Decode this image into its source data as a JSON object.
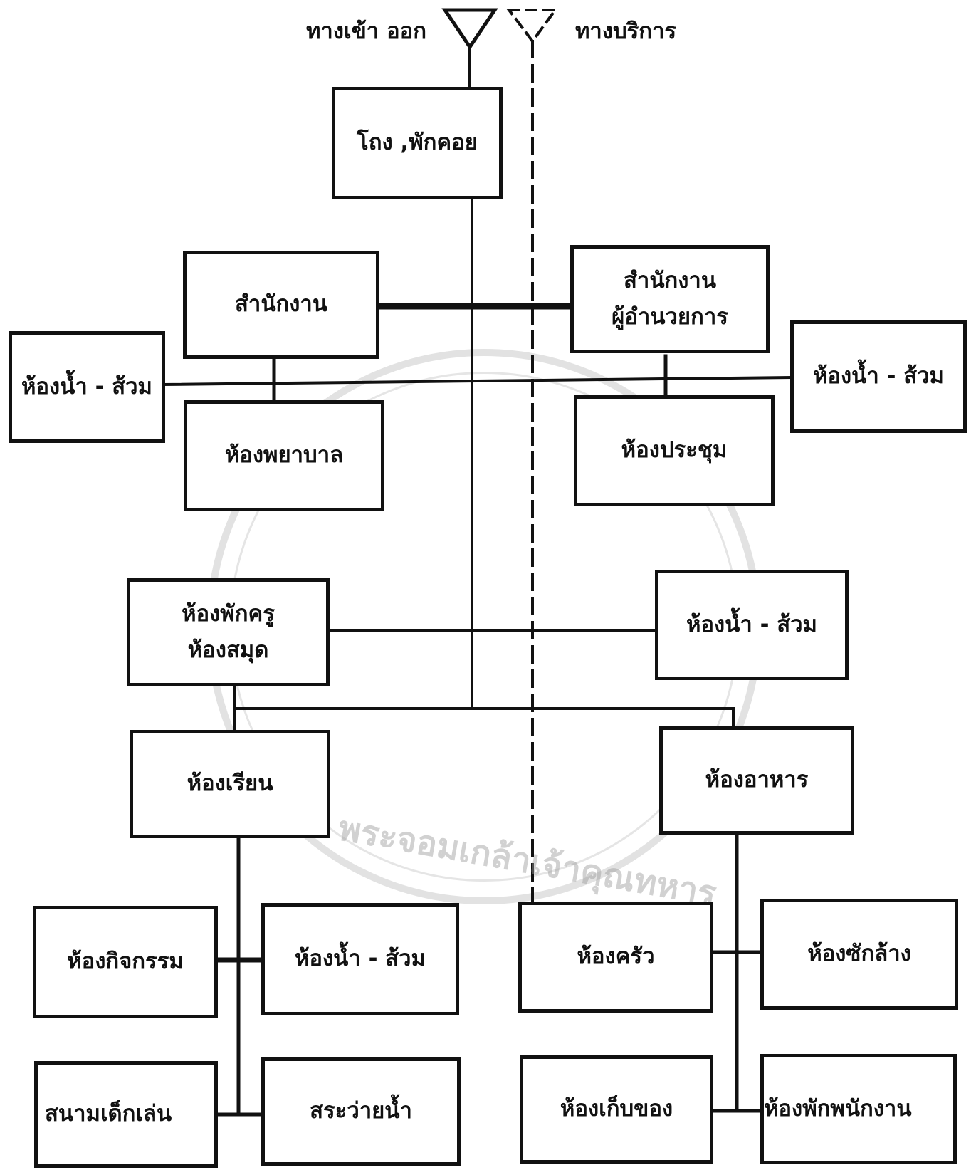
{
  "entrances": {
    "main": "ทางเข้า ออก",
    "service": "ทางบริการ"
  },
  "rooms": {
    "lobby": "โถง ,พักคอย",
    "office": "สำนักงาน",
    "director_office": [
      "สำนักงาน",
      "ผู้อำนวยการ"
    ],
    "toilet_left": "ห้องน้ำ - ส้วม",
    "toilet_right": "ห้องน้ำ - ส้วม",
    "nurse_room": "ห้องพยาบาล",
    "meeting_room": "ห้องประชุม",
    "teacher_library": [
      "ห้องพักครู",
      "ห้องสมุด"
    ],
    "toilet_middle": "ห้องน้ำ - ส้วม",
    "classroom": "ห้องเรียน",
    "dining_room": "ห้องอาหาร",
    "activity_room": "ห้องกิจกรรม",
    "toilet_lower": "ห้องน้ำ - ส้วม",
    "kitchen": "ห้องครัว",
    "laundry": "ห้องซักล้าง",
    "playground": "สนามเด็กเล่น",
    "pool": "สระว่ายน้ำ",
    "storage": "ห้องเก็บของ",
    "staff_room": "ห้องพักพนักงาน"
  },
  "watermark_text": "พระจอมเกล้าเจ้าคุณทหาร",
  "colors": {
    "ink": "#111111",
    "watermark": "#9a9a9a"
  }
}
